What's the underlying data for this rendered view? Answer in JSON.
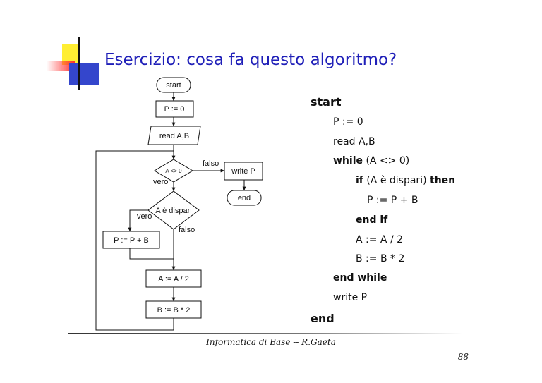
{
  "title": "Esercizio: cosa fa questo algoritmo?",
  "flowchart": {
    "start": "start",
    "init": "P := 0",
    "read": "read A,B",
    "cond_loop": "A <> 0",
    "label_falso_1": "falso",
    "label_vero_1": "vero",
    "write": "write P",
    "end": "end",
    "cond_odd": "A è dispari",
    "label_vero_2": "vero",
    "label_falso_2": "falso",
    "sum": "P := P + B",
    "halve": "A := A / 2",
    "double": "B := B * 2"
  },
  "pseudocode": {
    "start": "start",
    "init": "P := 0",
    "read": "read A,B",
    "while_kw": "while",
    "while_cond": "(A <> 0)",
    "if_kw": "if",
    "if_cond": "(A è dispari)",
    "then_kw": "then",
    "sum": "P := P + B",
    "end_if": "end if",
    "halve": "A := A / 2",
    "double": "B := B * 2",
    "end_while": "end while",
    "write": "write P",
    "end": "end"
  },
  "footer": "Informatica di Base -- R.Gaeta",
  "page_number": "88",
  "colors": {
    "title": "#1f1fb8",
    "deco_yellow": "#ffee33",
    "deco_red": "#ff3030",
    "deco_blue": "#3446cc"
  }
}
